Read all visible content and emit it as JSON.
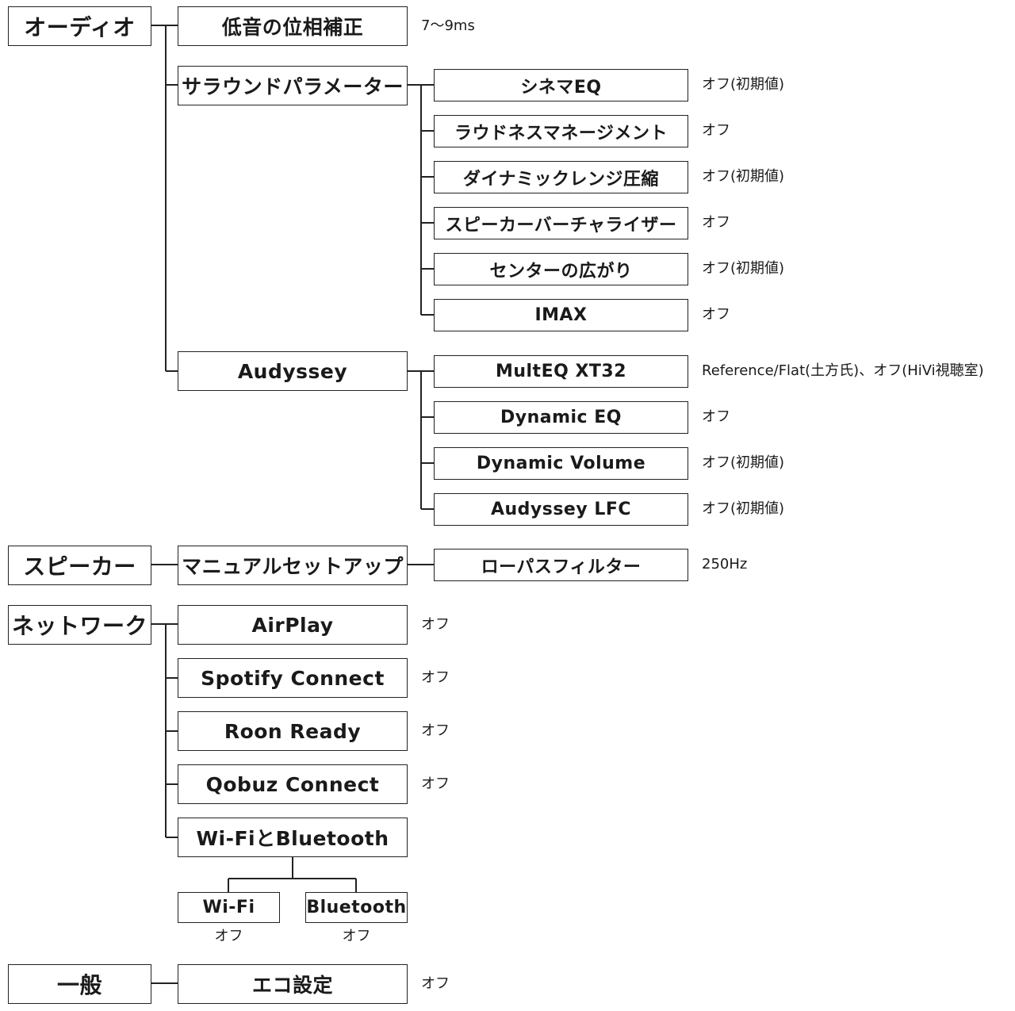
{
  "audio": {
    "label": "オーディオ",
    "bass_phase": {
      "label": "低音の位相補正",
      "value": "7〜9ms"
    },
    "surround": {
      "label": "サラウンドパラメーター",
      "items": [
        {
          "label": "シネマEQ",
          "value": "オフ(初期値)"
        },
        {
          "label": "ラウドネスマネージメント",
          "value": "オフ"
        },
        {
          "label": "ダイナミックレンジ圧縮",
          "value": "オフ(初期値)"
        },
        {
          "label": "スピーカーバーチャライザー",
          "value": "オフ"
        },
        {
          "label": "センターの広がり",
          "value": "オフ(初期値)"
        },
        {
          "label": "IMAX",
          "value": "オフ"
        }
      ]
    },
    "audyssey": {
      "label": "Audyssey",
      "items": [
        {
          "label": "MultEQ XT32",
          "value": "Reference/Flat(土方氏)、オフ(HiVi視聴室)"
        },
        {
          "label": "Dynamic EQ",
          "value": "オフ"
        },
        {
          "label": "Dynamic Volume",
          "value": "オフ(初期値)"
        },
        {
          "label": "Audyssey LFC",
          "value": "オフ(初期値)"
        }
      ]
    }
  },
  "speaker": {
    "label": "スピーカー",
    "manual": {
      "label": "マニュアルセットアップ"
    },
    "lowpass": {
      "label": "ローパスフィルター",
      "value": "250Hz"
    }
  },
  "network": {
    "label": "ネットワーク",
    "items": [
      {
        "label": "AirPlay",
        "value": "オフ"
      },
      {
        "label": "Spotify Connect",
        "value": "オフ"
      },
      {
        "label": "Roon Ready",
        "value": "オフ"
      },
      {
        "label": "Qobuz Connect",
        "value": "オフ"
      },
      {
        "label": "Wi-FiとBluetooth"
      }
    ],
    "wifi": {
      "label": "Wi-Fi",
      "value": "オフ"
    },
    "bluetooth": {
      "label": "Bluetooth",
      "value": "オフ"
    }
  },
  "general": {
    "label": "一般",
    "eco": {
      "label": "エコ設定",
      "value": "オフ"
    }
  }
}
